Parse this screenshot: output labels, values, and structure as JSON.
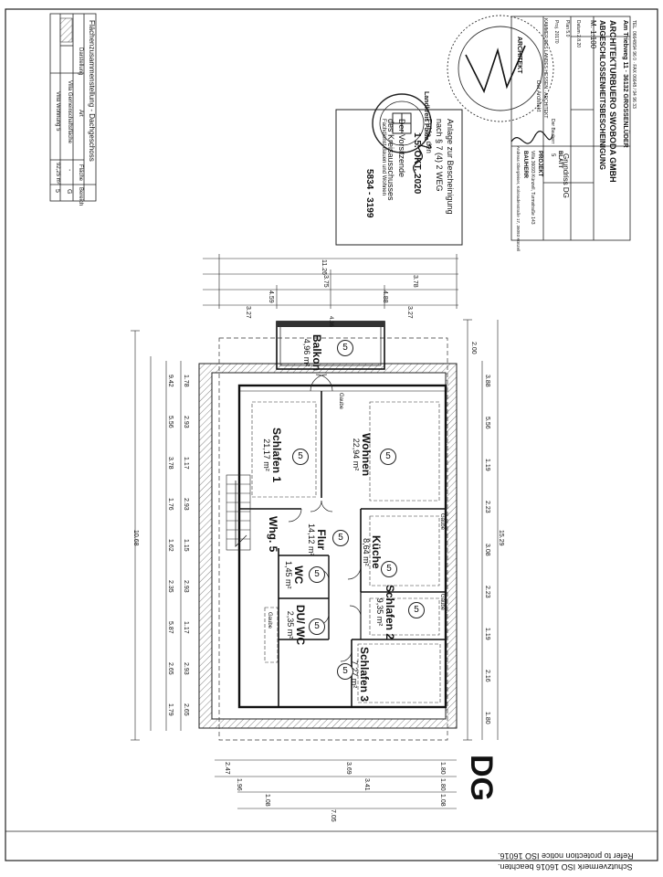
{
  "summary_table": {
    "title": "Flächenzusammenstellung - Dachgeschoss",
    "headers": [
      "Bereich",
      "Fläche",
      "Art",
      "Darstellung"
    ],
    "rows": [
      [
        "G",
        "-",
        "Villa Gemeinschaftsfläche"
      ],
      [
        "5",
        "92,25 m²",
        "Villa Wohnung 5"
      ]
    ]
  },
  "floor_label": "DG",
  "rooms": [
    {
      "name": "Balkon",
      "area": "4,96 m²",
      "unit": "5"
    },
    {
      "name": "Schlafen 1",
      "area": "21,17 m²",
      "unit": "5"
    },
    {
      "name": "Wohnen",
      "area": "22,94 m²",
      "unit": "5"
    },
    {
      "name": "Flur",
      "area": "14,12 m²",
      "unit": "5"
    },
    {
      "name": "Whg. 5",
      "area": "",
      "unit": ""
    },
    {
      "name": "Küche",
      "area": "8,64 m²",
      "unit": "5"
    },
    {
      "name": "WC",
      "area": "1,45 m²",
      "unit": "5"
    },
    {
      "name": "DU/ WC",
      "area": "2,35 m²",
      "unit": "5"
    },
    {
      "name": "Schlafen 2",
      "area": "9,35 m²",
      "unit": "5"
    },
    {
      "name": "Schlafen 3",
      "area": "7,27 m²",
      "unit": "5"
    }
  ],
  "gaube_label": "Gaube",
  "dimensions": {
    "top_overall": "11.26",
    "top_row2": [
      "3.75",
      "3.78"
    ],
    "top_row3": [
      "4.59",
      "4.88"
    ],
    "top_row4": [
      "3.27",
      "3.27"
    ],
    "balcony": [
      "4.36",
      "2.00"
    ],
    "left_total": "10.68",
    "left_chain": [
      "9.42",
      "5.56",
      "3.78",
      "1.76",
      "1.62",
      "2.35",
      "5.87",
      "2.65",
      "1.79"
    ],
    "left_chain2": [
      "1.78",
      "2.93",
      "1.17",
      "2.93",
      "1.15",
      "2.93",
      "1.17",
      "2.93",
      "2.65"
    ],
    "right_total": "15.29",
    "right_chain": [
      "3.88",
      "5.56",
      "1.19",
      "2.23",
      "3.08",
      "2.23",
      "1.19",
      "2.16",
      "1.80"
    ],
    "bottom_overall": "7.05",
    "bottom_row2": [
      "2.47",
      "3.69",
      "1.80"
    ],
    "bottom_row3": [
      "1.96",
      "3.41",
      "1.80"
    ],
    "bottom_row4": [
      "1.08",
      "1.08"
    ]
  },
  "stamp_round": "Landkreis Fulda",
  "approval_stamp": {
    "line1": "Anlage zur Bescheinigung",
    "line2": "nach § 7 (4) 2 WEG",
    "line3": "Fulda, den",
    "date": "1 5. OKT. 2020",
    "line5": "Der Vorsitzende",
    "line6": "des Kreisausschusses",
    "line7": "Fachdienst Bauen und Wohnen",
    "ref": "5834 - 3199"
  },
  "architect_stamp": {
    "ring": "KAMMER DES LANDES HESSEN · ARCHITEKT",
    "title": "ARCHITEKT",
    "sub": "Der Architekt"
  },
  "title_block": {
    "projekt_label": "PROJEKT",
    "projekt": "Villa 36093 Künzell, Turmstraße 143",
    "bauherr_label": "BAUHERR",
    "bauherr": "Andreas Oberpleiser, Kolonadenstraße 17, 36093 Künzell",
    "blatt_label": "BLATT",
    "blatt": "5",
    "plan_title": "Grundriss DG",
    "proj_nr": "Proj. 20170",
    "plan_nr": "Plan 5.0",
    "datum": "Datum 2.8.20",
    "scale": "M. 1:100",
    "signature_label": "Der Bauherr",
    "heading": "ABGESCHLOSSENHEITSBESCHEINIGUNG",
    "firm": "ARCHITEKTURBUERO SWOBODA GMBH",
    "firm_addr": "Am Triebweg 11 · 36132 GROSSENLÜDER",
    "firm_contact": "TEL. 06648/94 96 0 · FAX 06648 / 94 96 33"
  },
  "protection_notice": {
    "line1": "Schutzvermerk ISO 16016 beachten.",
    "line2": "Refer to protection notice ISO 16016."
  },
  "colors": {
    "line": "#1a1a1a",
    "hatch": "#555555"
  }
}
